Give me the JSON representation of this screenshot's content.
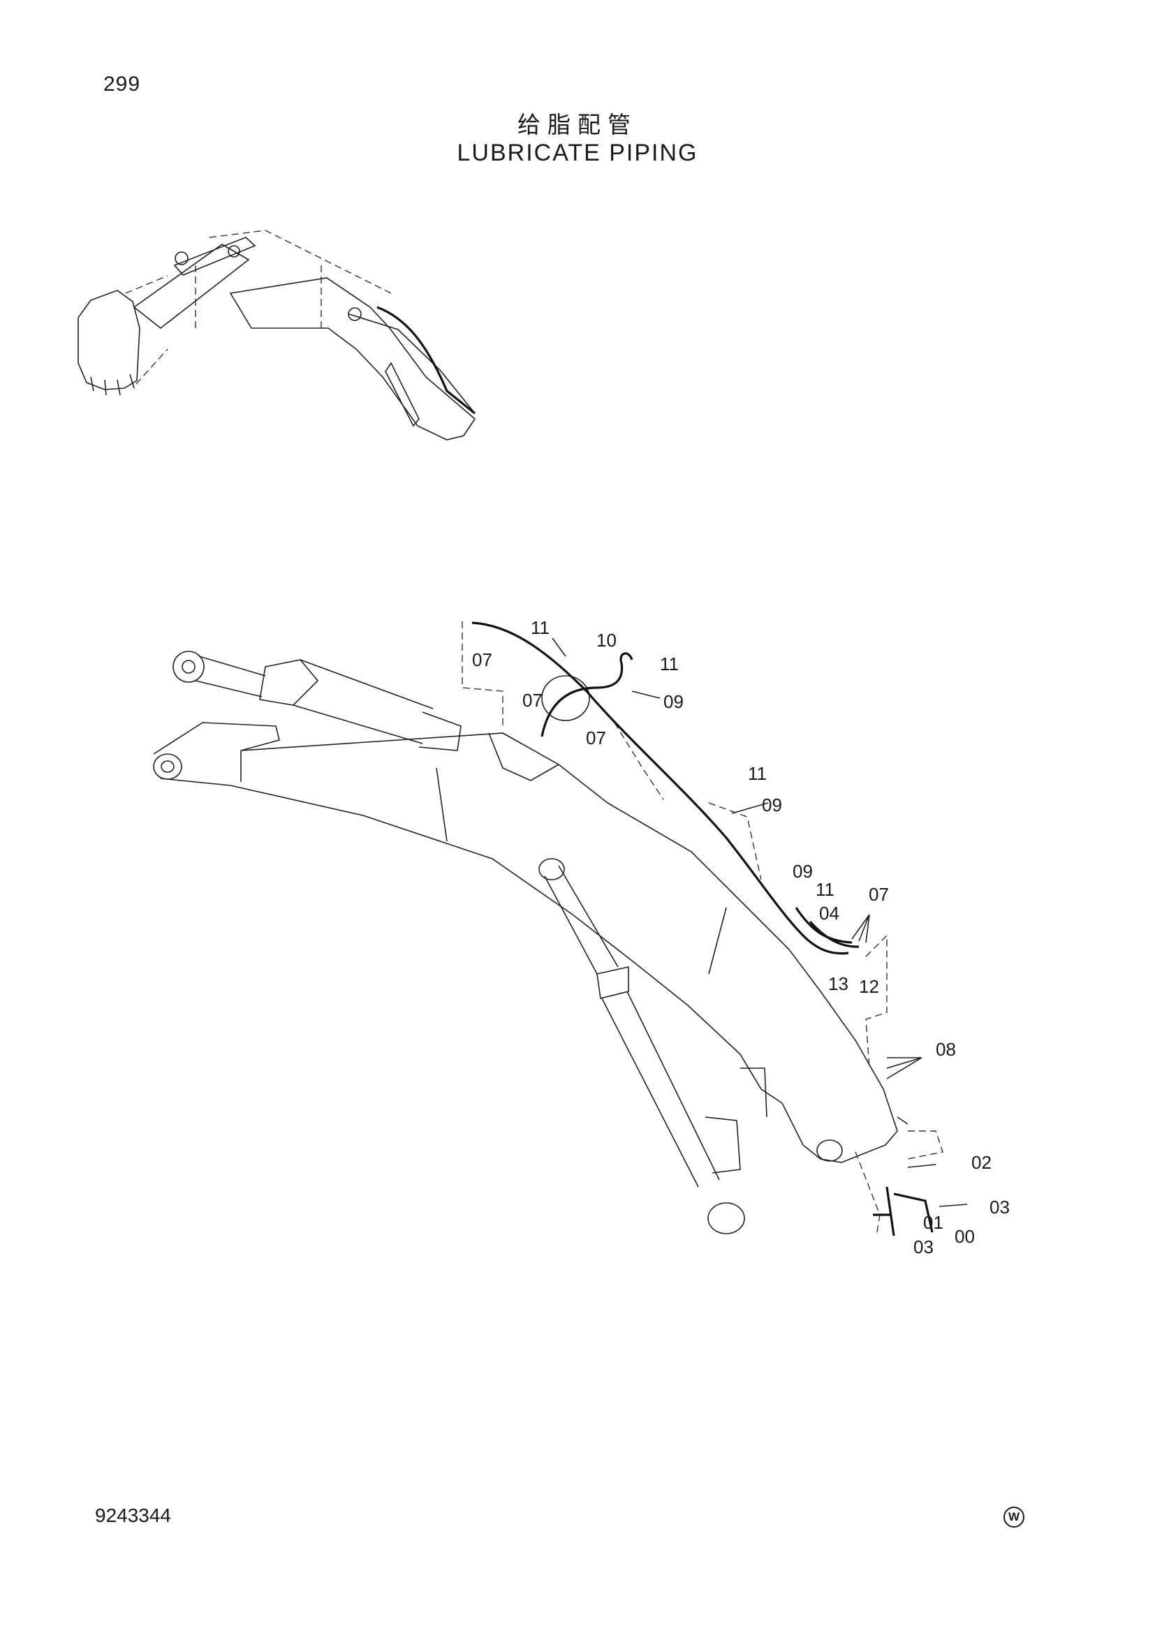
{
  "page_number": "299",
  "title_zh": "给脂配管",
  "title_en": "LUBRICATE PIPING",
  "doc_number": "9243344",
  "mark": "W",
  "callouts": [
    "11",
    "10",
    "07",
    "11",
    "09",
    "07",
    "07",
    "11",
    "09",
    "09",
    "11",
    "04",
    "07",
    "13",
    "12",
    "08",
    "02",
    "03",
    "01",
    "00",
    "03"
  ]
}
